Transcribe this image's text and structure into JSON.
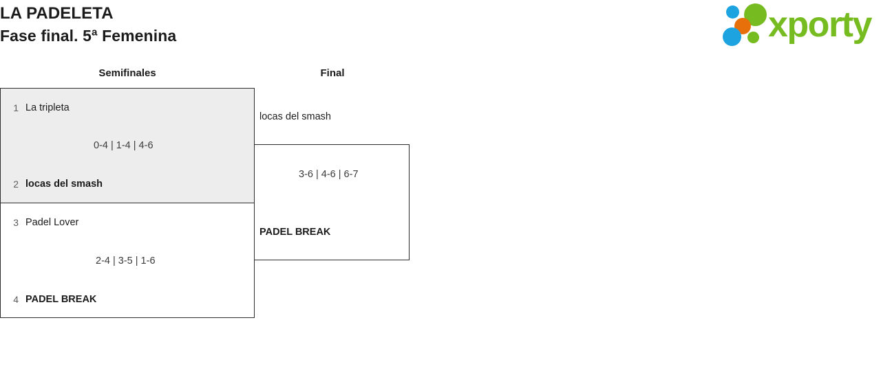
{
  "header": {
    "tournament": "LA PADELETA",
    "phase": "Fase final. 5ª Femenina"
  },
  "logo": {
    "wordmark": "xporty",
    "colors": {
      "green": "#76bc21",
      "blue": "#1ca3e0",
      "orange": "#e8700a"
    },
    "dots": [
      {
        "name": "blue-small-dot",
        "color": "#1ca3e0"
      },
      {
        "name": "green-large-dot",
        "color": "#76bc21"
      },
      {
        "name": "orange-dot",
        "color": "#e8700a"
      },
      {
        "name": "blue-large-dot",
        "color": "#1ca3e0"
      },
      {
        "name": "green-small-dot",
        "color": "#76bc21"
      }
    ]
  },
  "bracket": {
    "rounds": [
      {
        "label": "Semifinales"
      },
      {
        "label": "Final"
      }
    ],
    "matches": {
      "semifinal_1": {
        "player_top": {
          "seed": "1",
          "name": "La tripleta",
          "winner": false
        },
        "player_bottom": {
          "seed": "2",
          "name": "locas del smash",
          "winner": true
        },
        "score": "0-4 | 1-4 | 4-6",
        "highlighted": true
      },
      "semifinal_2": {
        "player_top": {
          "seed": "3",
          "name": "Padel Lover",
          "winner": false
        },
        "player_bottom": {
          "seed": "4",
          "name": "PADEL BREAK",
          "winner": true
        },
        "score": "2-4 | 3-5 | 1-6",
        "highlighted": false
      },
      "final": {
        "player_top": {
          "seed": "",
          "name": "locas del smash",
          "winner": false
        },
        "player_bottom": {
          "seed": "",
          "name": "PADEL BREAK",
          "winner": true
        },
        "score": "3-6 | 4-6 | 6-7",
        "highlighted": false
      }
    }
  }
}
